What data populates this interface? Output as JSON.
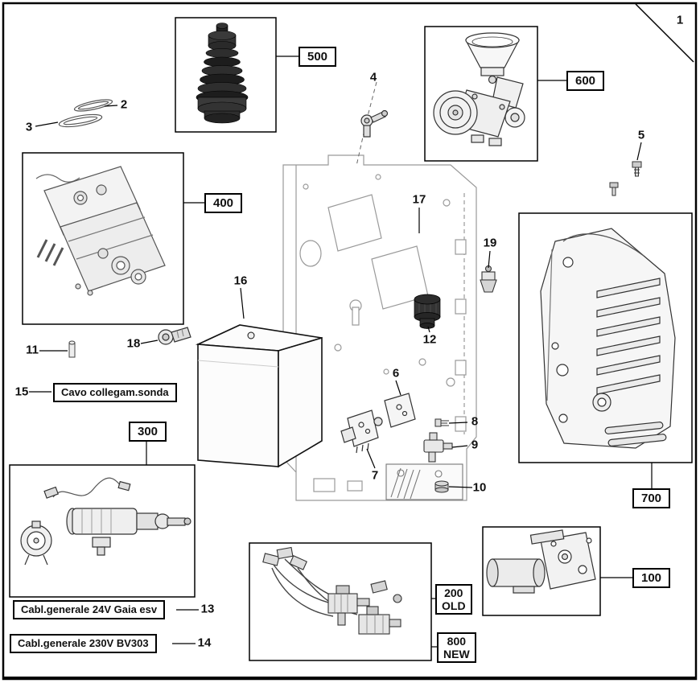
{
  "palette": {
    "line": "#000000",
    "part_line": "#333333",
    "frame_line": "#9a9a9a",
    "background": "#ffffff"
  },
  "callouts": {
    "n1": "1",
    "n2": "2",
    "n3": "3",
    "n4": "4",
    "n5": "5",
    "n6": "6",
    "n7": "7",
    "n8": "8",
    "n9": "9",
    "n10": "10",
    "n11": "11",
    "n12": "12",
    "n13": "13",
    "n14": "14",
    "n15": "15",
    "n16": "16",
    "n17": "17",
    "n18": "18",
    "n19": "19"
  },
  "refs": {
    "r100": "100",
    "r200": "200",
    "r200_sub": "OLD",
    "r300": "300",
    "r400": "400",
    "r500": "500",
    "r600": "600",
    "r700": "700",
    "r800": "800",
    "r800_sub": "NEW"
  },
  "text_labels": {
    "probe_cable": "Cavo collegam.sonda",
    "cable_24v": "Cabl.generale 24V Gaia esv",
    "cable_230v": "Cabl.generale 230V BV303"
  }
}
